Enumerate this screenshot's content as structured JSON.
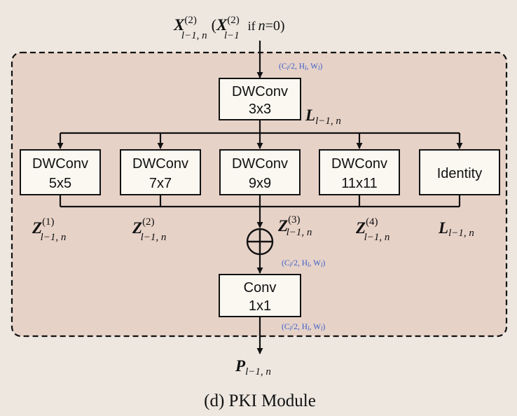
{
  "input_label": {
    "main_sym": "X",
    "main_sup": "(2)",
    "main_sub": "l−1, n",
    "paren_open": "(",
    "alt_sym": "X",
    "alt_sup": "(2)",
    "alt_sub": "l−1",
    "condition_if": "if",
    "condition_var": "n",
    "condition_rest": "=0)"
  },
  "dims": {
    "top": "(C",
    "sub_l": "l",
    "rest_a": "/2, H",
    "rest_b": ", W",
    "close": ")"
  },
  "boxes": {
    "top_conv": [
      "DWConv",
      "3x3"
    ],
    "branches": [
      [
        "DWConv",
        "5x5"
      ],
      [
        "DWConv",
        "7x7"
      ],
      [
        "DWConv",
        "9x9"
      ],
      [
        "DWConv",
        "11x11"
      ],
      [
        "Identity"
      ]
    ],
    "final_conv": [
      "Conv",
      "1x1"
    ]
  },
  "branch_labels": {
    "z_sym": "Z",
    "z_sub": "l−1, n",
    "z_sups": [
      "(1)",
      "(2)",
      "(3)",
      "(4)"
    ],
    "l_sym": "L",
    "l_sub": "l−1, n"
  },
  "mid_label": {
    "sym": "L",
    "sub": "l−1, n"
  },
  "output_label": {
    "sym": "P",
    "sub": "l−1, n"
  },
  "caption": "(d) PKI Module",
  "colors": {
    "background": "#ede7df",
    "module_fill": "#e7d2c8",
    "box_fill": "#fbf8f2",
    "line": "#111111",
    "dim_text": "#3a5fc8"
  }
}
